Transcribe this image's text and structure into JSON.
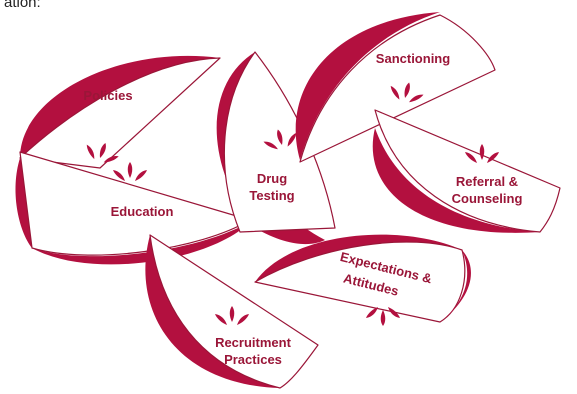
{
  "caption_fragment": "ation:",
  "colors": {
    "petal": "#b3103f",
    "outline": "#9a1638",
    "text": "#9a1638",
    "background": "#ffffff"
  },
  "labels": {
    "policies": "Policies",
    "education": "Education",
    "drug_testing_1": "Drug",
    "drug_testing_2": "Testing",
    "sanctioning": "Sanctioning",
    "referral_1": "Referral &",
    "referral_2": "Counseling",
    "expectations_1": "Expectations &",
    "expectations_2": "Attitudes",
    "recruitment_1": "Recruitment",
    "recruitment_2": "Practices"
  }
}
